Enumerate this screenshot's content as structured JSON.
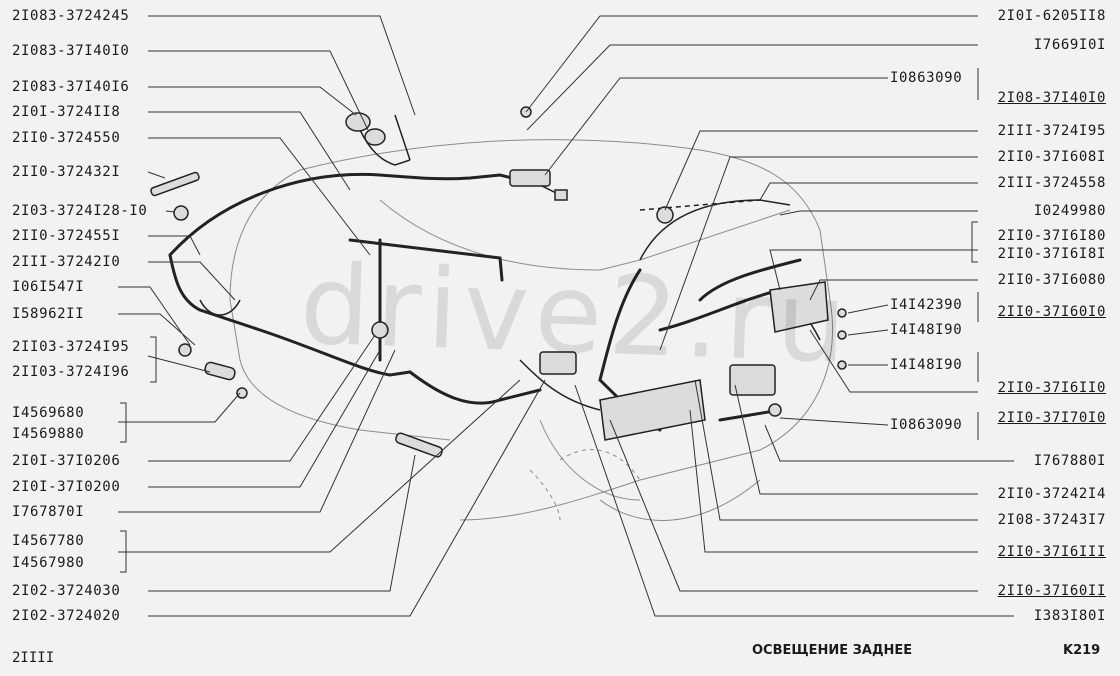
{
  "watermark": "drive2.ru",
  "left_labels": [
    "2I083-3724245",
    "2I083-37I40I0",
    "2I083-37I40I6",
    "2I0I-3724II8",
    "2II0-3724550",
    "2II0-372432I",
    "2I03-3724I28-I0",
    "2II0-372455I",
    "2III-37242I0",
    "I06I547I",
    "I58962II",
    "2II03-3724I95",
    "2II03-3724I96",
    "I4569680",
    "I4569880",
    "2I0I-37I0206",
    "2I0I-37I0200",
    "I767870I",
    "I4567780",
    "I4567980",
    "2I02-3724030",
    "2I02-3724020"
  ],
  "right_labels": [
    "2I0I-6205II8",
    "I7669I0I",
    "I0863090",
    "2I08-37I40I0",
    "2III-3724I95",
    "2II0-37I608I",
    "2III-3724558",
    "I0249980",
    "2II0-37I6I80",
    "2II0-37I6I8I",
    "2II0-37I6080",
    "I4I42390",
    "2II0-37I60I0",
    "I4I48I90",
    "I4I48I90",
    "2II0-37I6II0",
    "I0863090",
    "2II0-37I70I0",
    "I767880I",
    "2II0-37242I4",
    "2I08-37243I7",
    "2II0-37I6III",
    "2II0-37I60II",
    "I383I80I"
  ],
  "footer": {
    "code": "2IIII",
    "title": "ОСВЕЩЕНИЕ ЗАДНЕЕ",
    "page": "K219"
  }
}
